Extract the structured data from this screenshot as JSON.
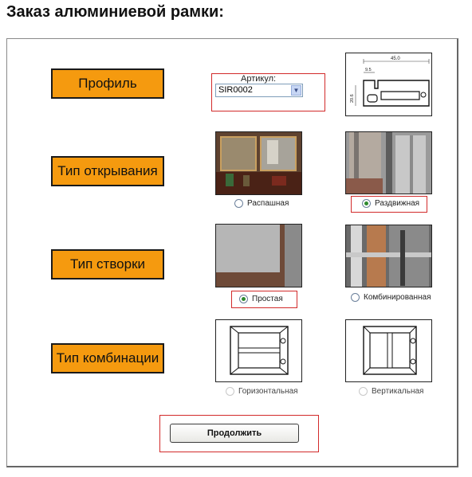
{
  "page_title": "Заказ алюминиевой рамки:",
  "sections": {
    "profile": {
      "label": "Профиль"
    },
    "opening": {
      "label": "Тип открывания"
    },
    "leaf": {
      "label": "Тип створки"
    },
    "combination": {
      "label": "Тип комбинации"
    }
  },
  "article": {
    "label": "Артикул:",
    "value": "SIR0002"
  },
  "profile_drawing": {
    "dim_top": "45.0",
    "dim_inner": "9.5",
    "dim_side": "20.6"
  },
  "options": {
    "opening_swing": "Распашная",
    "opening_sliding": "Раздвижная",
    "leaf_simple": "Простая",
    "leaf_combined": "Комбинированная",
    "combo_horizontal": "Горизонтальная",
    "combo_vertical": "Вертикальная"
  },
  "selected": {
    "opening": "Раздвижная",
    "leaf": "Простая"
  },
  "submit_label": "Продолжить",
  "colors": {
    "label_bg": "#f59a0f",
    "highlight_border": "#d22a2a"
  }
}
